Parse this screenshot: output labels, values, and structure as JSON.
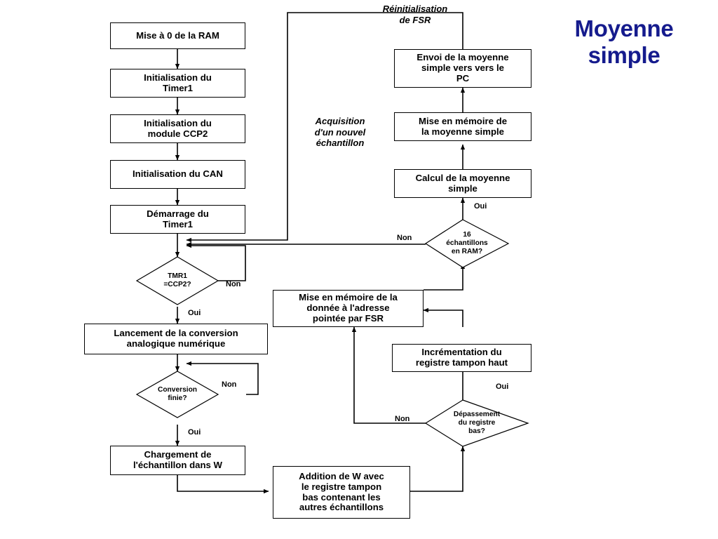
{
  "title": {
    "text": "Moyenne\nsimple",
    "color": "#151B8D"
  },
  "diagram": {
    "type": "flowchart",
    "language": "fr",
    "processes": [
      {
        "id": "raz_ram",
        "label": "Mise à 0 de la RAM"
      },
      {
        "id": "init_timer1",
        "label": "Initialisation du\nTimer1"
      },
      {
        "id": "init_ccp2",
        "label": "Initialisation du\nmodule CCP2"
      },
      {
        "id": "init_can",
        "label": "Initialisation du CAN"
      },
      {
        "id": "start_timer1",
        "label": "Démarrage du\nTimer1"
      },
      {
        "id": "lancement",
        "label": "Lancement de la conversion\nanalogique numérique"
      },
      {
        "id": "chargement",
        "label": "Chargement de\nl'échantillon dans W"
      },
      {
        "id": "addition",
        "label": "Addition de W avec\nle registre tampon\nbas contenant les\nautres échantillons"
      },
      {
        "id": "increment",
        "label": "Incrémentation du\nregistre tampon haut"
      },
      {
        "id": "mise_memoire_fsr",
        "label": "Mise en mémoire de la\ndonnée à l'adresse\npointée par FSR"
      },
      {
        "id": "calcul_moy",
        "label": "Calcul de la moyenne\nsimple"
      },
      {
        "id": "mem_moy",
        "label": "Mise en mémoire de\nla moyenne simple"
      },
      {
        "id": "envoi_moy",
        "label": "Envoi de la moyenne\nsimple vers vers le\nPC"
      }
    ],
    "decisions": [
      {
        "id": "tmr1",
        "label": "TMR1\n=CCP2?"
      },
      {
        "id": "conversion",
        "label": "Conversion\nfinie?"
      },
      {
        "id": "depassement",
        "label": "Dépassement\ndu registre\nbas?"
      },
      {
        "id": "ram16",
        "label": "16\néchantillons\nen RAM?"
      }
    ],
    "edge_labels": [
      {
        "id": "tmr1_non",
        "text": "Non"
      },
      {
        "id": "tmr1_oui",
        "text": "Oui"
      },
      {
        "id": "conversion_non",
        "text": "Non"
      },
      {
        "id": "conversion_oui",
        "text": "Oui"
      },
      {
        "id": "depassement_non",
        "text": "Non"
      },
      {
        "id": "depassement_oui",
        "text": "Oui"
      },
      {
        "id": "ram16_non",
        "text": "Non"
      },
      {
        "id": "ram16_oui",
        "text": "Oui"
      }
    ],
    "annotations": [
      {
        "id": "reinit_fsr",
        "text": "Réinitialisation\nde FSR"
      },
      {
        "id": "acquisition",
        "text": "Acquisition\nd'un nouvel\néchantillon"
      }
    ]
  }
}
